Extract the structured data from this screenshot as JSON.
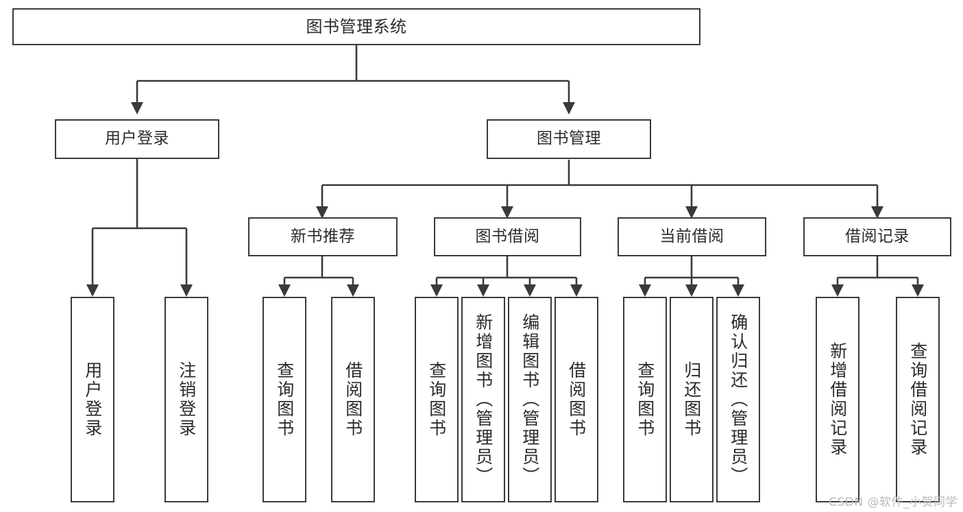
{
  "diagram": {
    "title": "图书管理系统",
    "watermark": "CSDN @软件_小贺同学",
    "stroke_color": "#3a3a3a",
    "text_color": "#2b2b2b",
    "background": "#ffffff",
    "nodes": {
      "root": {
        "label": "图书管理系统"
      },
      "user_login": {
        "label": "用户登录"
      },
      "book_manage": {
        "label": "图书管理"
      },
      "new_book_rec": {
        "label": "新书推荐"
      },
      "book_borrow": {
        "label": "图书借阅"
      },
      "current_borrow": {
        "label": "当前借阅"
      },
      "borrow_record": {
        "label": "借阅记录"
      },
      "leaf_user_login": {
        "label": "用户登录"
      },
      "leaf_logout": {
        "label": "注销登录"
      },
      "leaf_query_book_1": {
        "label": "查询图书"
      },
      "leaf_borrow_book_1": {
        "label": "借阅图书"
      },
      "leaf_query_book_2": {
        "label": "查询图书"
      },
      "leaf_add_book": {
        "label": "新增图书（管理员）"
      },
      "leaf_edit_book": {
        "label": "编辑图书（管理员）"
      },
      "leaf_borrow_book_2": {
        "label": "借阅图书"
      },
      "leaf_query_book_3": {
        "label": "查询图书"
      },
      "leaf_return_book": {
        "label": "归还图书"
      },
      "leaf_confirm_return": {
        "label": "确认归还（管理员）"
      },
      "leaf_add_record": {
        "label": "新增借阅记录"
      },
      "leaf_query_record": {
        "label": "查询借阅记录"
      }
    }
  }
}
